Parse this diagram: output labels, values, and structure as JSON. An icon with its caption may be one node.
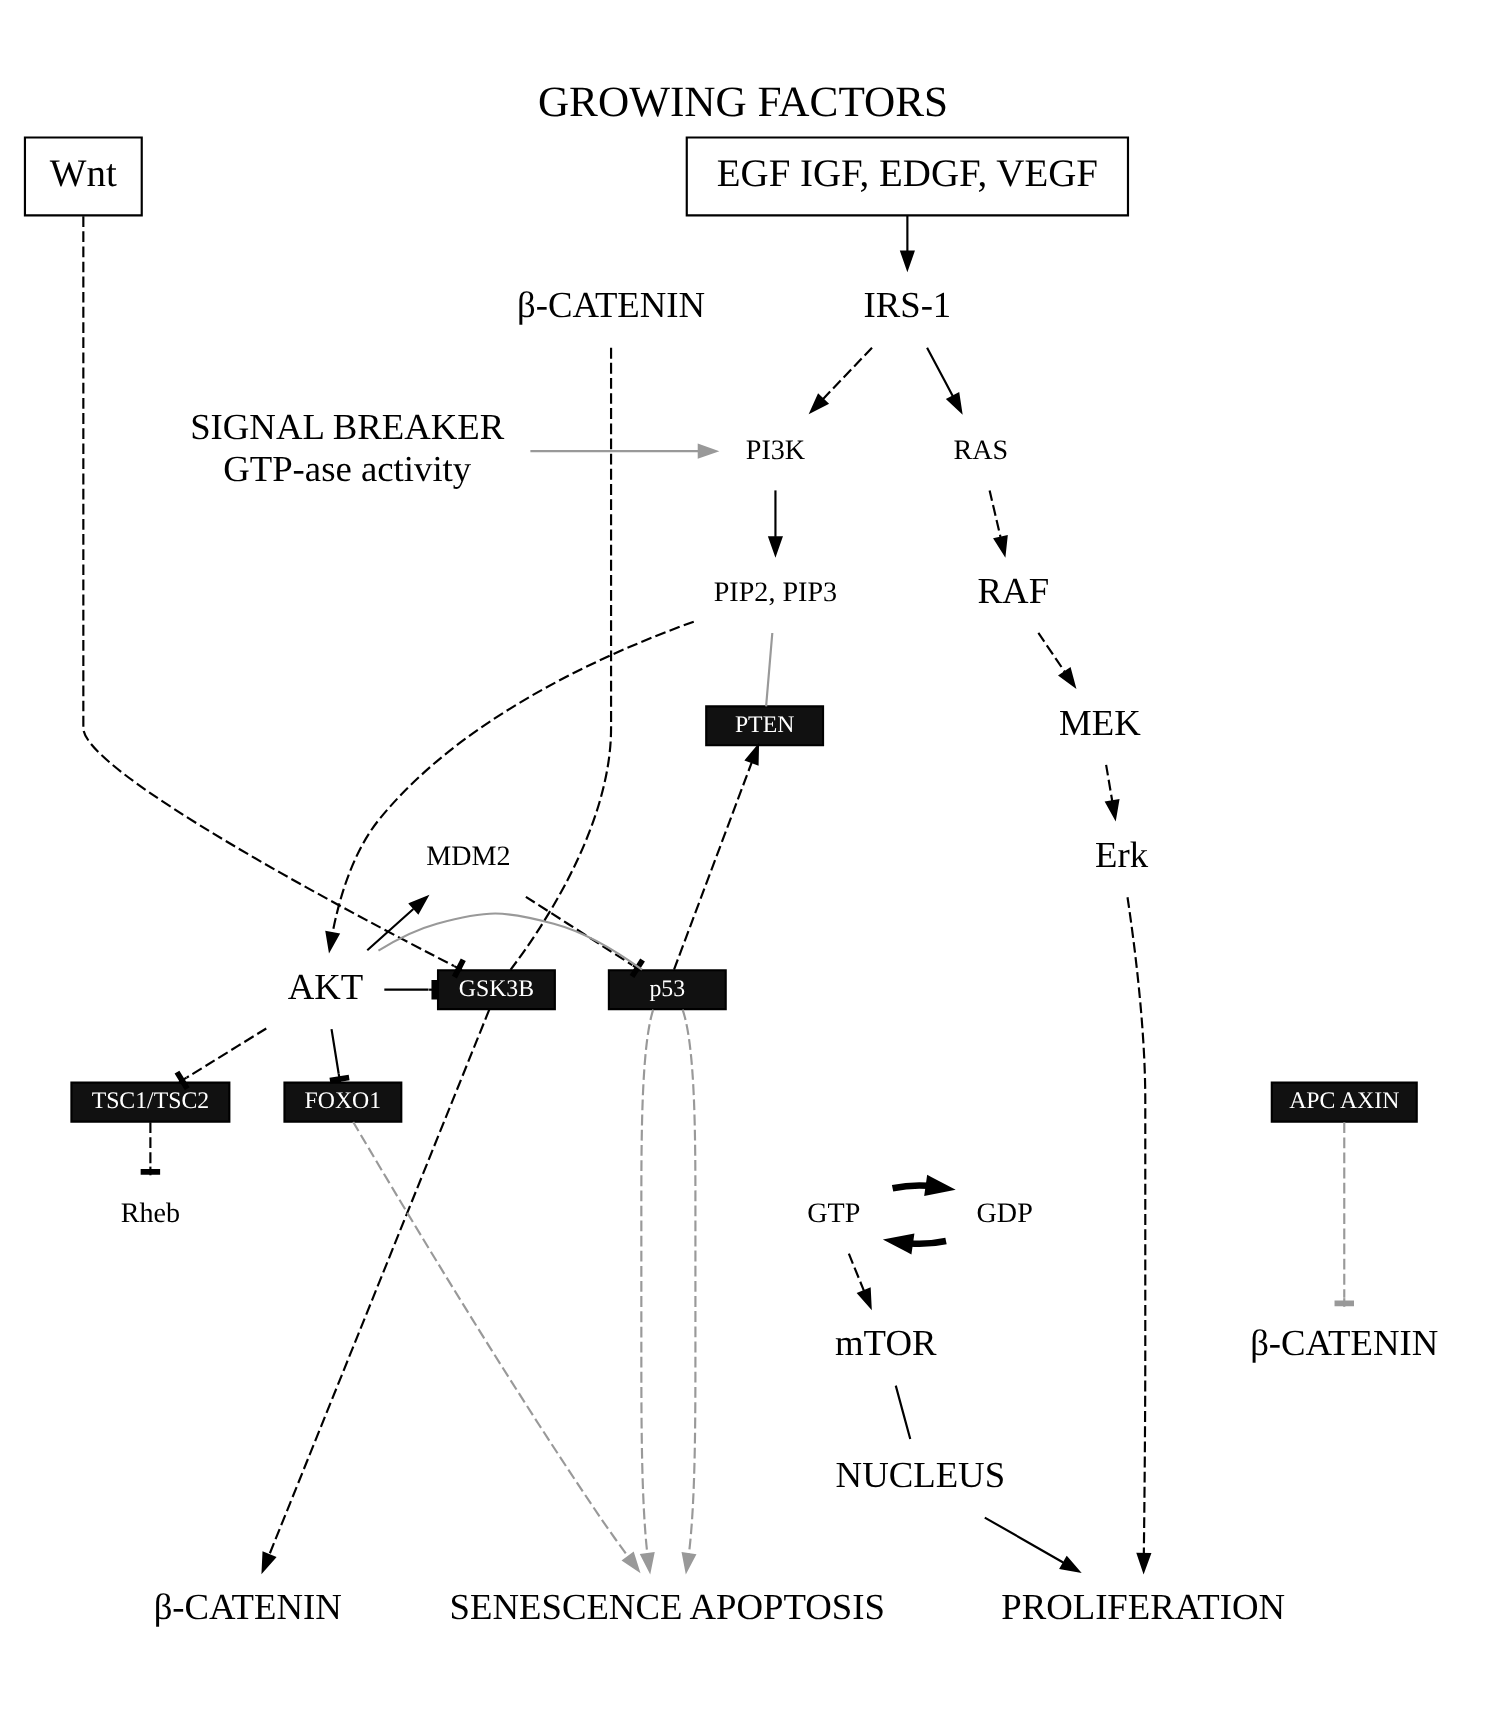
{
  "diagram": {
    "title": "GROWING FACTORS",
    "nodes": [
      {
        "text": [
          "Wnt"
        ]
      },
      {
        "text": [
          "EGF IGF, EDGF, VEGF"
        ]
      },
      {
        "text": [
          "IRS-1"
        ]
      },
      {
        "text": [
          "RAS"
        ]
      },
      {
        "text": [
          "PI3K"
        ]
      },
      {
        "text": [
          "SIGNAL BREAKER",
          "GTP-ase activity"
        ]
      },
      {
        "text": [
          "RAF"
        ]
      },
      {
        "text": [
          "PIP2, PIP3"
        ]
      },
      {
        "text": [
          "MEK"
        ]
      },
      {
        "text": [
          "Erk"
        ]
      },
      {
        "text": [
          "PTEN"
        ]
      },
      {
        "text": [
          "MDM2"
        ]
      },
      {
        "text": [
          "AKT"
        ]
      },
      {
        "text": [
          "GSK3B"
        ]
      },
      {
        "text": [
          "APC AXIN"
        ]
      },
      {
        "text": [
          "p53"
        ]
      },
      {
        "text": [
          "TSC1/TSC2"
        ]
      },
      {
        "text": [
          "FOXO1"
        ]
      },
      {
        "text": [
          "GTP"
        ]
      },
      {
        "text": [
          "Rheb"
        ]
      },
      {
        "text": [
          "GDP"
        ]
      },
      {
        "text": [
          "β-CATENIN"
        ]
      },
      {
        "text": [
          "β-CATENIN"
        ]
      },
      {
        "text": [
          "mTOR"
        ]
      },
      {
        "text": [
          "NUCLEUS"
        ]
      },
      {
        "text": [
          "β-CATENIN"
        ]
      },
      {
        "text": [
          "PROLIFERATION"
        ]
      },
      {
        "text": [
          "SENESCENCE APOPTOSIS"
        ]
      }
    ],
    "edges": [
      {
        "from": 0,
        "to": 13,
        "arrow": "other",
        "style": "dashed"
      },
      {
        "from": 1,
        "to": 2,
        "arrow": "to"
      },
      {
        "from": 2,
        "to": 3,
        "arrow": "to"
      },
      {
        "from": 2,
        "to": 4,
        "arrow": "to",
        "style": "dashed"
      },
      {
        "from": 5,
        "to": 4,
        "arrow": "to",
        "color": "#999999"
      },
      {
        "from": 3,
        "to": 6,
        "arrow": "to",
        "style": "dashed"
      },
      {
        "from": 6,
        "to": 8,
        "arrow": "to",
        "style": "dashed"
      },
      {
        "from": 8,
        "to": 9,
        "arrow": "to",
        "style": "dashed"
      },
      {
        "from": 4,
        "to": 7,
        "arrow": "to"
      },
      {
        "from": 7,
        "to": 12,
        "arrow": "to",
        "style": "dashed"
      },
      {
        "from": 7,
        "to": 10,
        "arrow": "none",
        "color": "#999999"
      },
      {
        "from": 12,
        "to": 13,
        "arrow": "other"
      },
      {
        "from": 12,
        "to": 11,
        "arrow": "to"
      },
      {
        "from": 12,
        "to": 15,
        "arrow": "none",
        "color": "#999999"
      },
      {
        "from": 11,
        "to": 15,
        "arrow": "other",
        "style": "dashed"
      },
      {
        "from": 15,
        "to": 10,
        "arrow": "to",
        "style": "dashed"
      },
      {
        "from": 12,
        "to": 16,
        "arrow": "other",
        "style": "dashed"
      },
      {
        "from": 12,
        "to": 17,
        "arrow": "other"
      },
      {
        "from": 16,
        "to": 19,
        "arrow": "other",
        "style": "dashed"
      },
      {
        "from": 20,
        "to": 18,
        "arrow": "to",
        "style": "thick"
      },
      {
        "from": 18,
        "to": 20,
        "arrow": "to",
        "style": "thick"
      },
      {
        "from": 18,
        "to": 23,
        "arrow": "to",
        "style": "dashed"
      },
      {
        "from": 21,
        "to": 13,
        "arrow": "none",
        "style": "dashed"
      },
      {
        "from": 13,
        "to": 25,
        "arrow": "to",
        "style": "dashed"
      },
      {
        "from": 14,
        "to": 22,
        "arrow": "other",
        "style": "dashed",
        "color": "#999999"
      },
      {
        "from": 9,
        "to": 26,
        "arrow": "to",
        "style": "dashed"
      },
      {
        "from": 23,
        "to": 24,
        "arrow": "none"
      },
      {
        "from": 24,
        "to": 26,
        "arrow": "to"
      },
      {
        "from": 17,
        "to": 27,
        "arrow": "to",
        "style": "dashed",
        "color": "#999999"
      },
      {
        "from": 15,
        "to": 27,
        "arrow": "to",
        "style": "dashed",
        "color": "#999999"
      },
      {
        "from": 15,
        "to": 27,
        "arrow": "to",
        "style": "dashed",
        "color": "#999999"
      }
    ]
  }
}
